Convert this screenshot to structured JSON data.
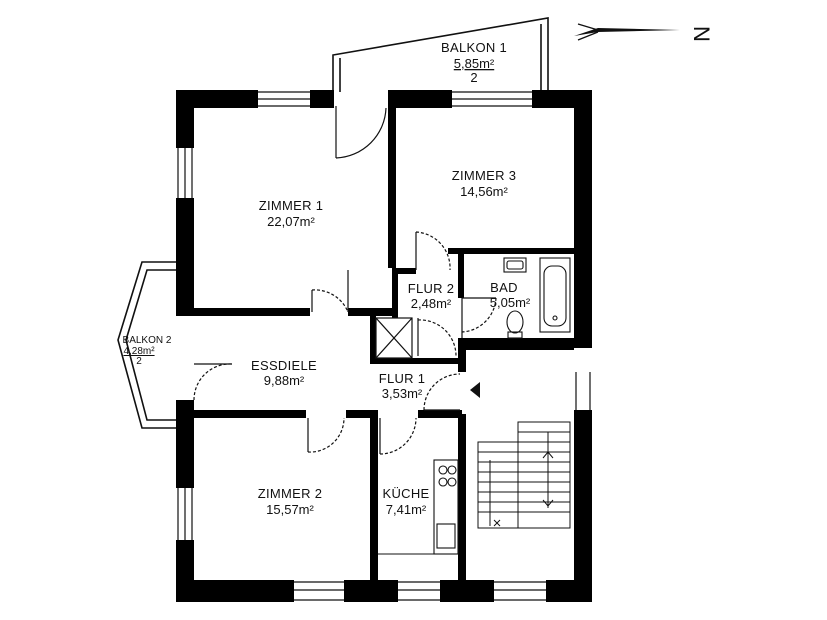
{
  "north": {
    "label": "N"
  },
  "rooms": [
    {
      "id": "zimmer-1",
      "name": "ZIMMER 1",
      "area": "22,07m²"
    },
    {
      "id": "zimmer-3",
      "name": "ZIMMER 3",
      "area": "14,56m²"
    },
    {
      "id": "flur-2",
      "name": "FLUR 2",
      "area": "2,48m²"
    },
    {
      "id": "bad",
      "name": "BAD",
      "area": "5,05m²"
    },
    {
      "id": "essdiele",
      "name": "ESSDIELE",
      "area": "9,88m²"
    },
    {
      "id": "flur-1",
      "name": "FLUR 1",
      "area": "3,53m²"
    },
    {
      "id": "zimmer-2",
      "name": "ZIMMER 2",
      "area": "15,57m²"
    },
    {
      "id": "kueche",
      "name": "KÜCHE",
      "area": "7,41m²"
    }
  ],
  "balconies": [
    {
      "id": "balkon-1",
      "name": "BALKON 1",
      "area": "5,85m²",
      "note": "2"
    },
    {
      "id": "balkon-2",
      "name": "BALKON 2",
      "area": "4,28m²",
      "note": "2"
    }
  ],
  "colors": {
    "wall": "#000000",
    "line": "#111111",
    "background": "#ffffff"
  }
}
